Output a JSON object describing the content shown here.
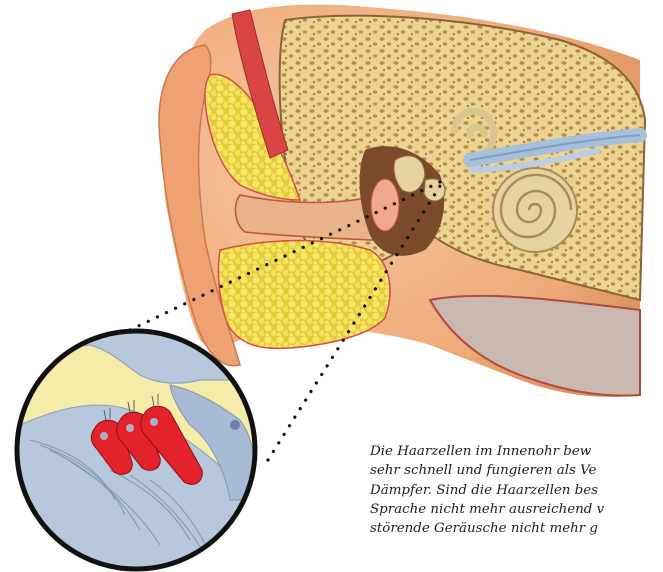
{
  "caption": {
    "lines": [
      "Die Haarzellen im Innenohr bew",
      "sehr schnell und fungieren als Ve",
      "Dämpfer. Sind die Haarzellen bes",
      "Sprache nicht mehr ausreichend v",
      "störende Geräusche nicht mehr g"
    ]
  },
  "colors": {
    "skin": "#f2b486",
    "skin_shadow": "#d98a5c",
    "bone": "#ebd491",
    "bone_pores": "#b88a4e",
    "fat": "#f4e25a",
    "muscle": "#d94545",
    "canal": "#7a4a2a",
    "cochlea": "#e8d2a0",
    "nerve": "#a7c0dc",
    "zoom_bg": "#f6ecaa",
    "zoom_tissue": "#b8c8dc",
    "hair_cell": "#e3222b",
    "dots": "#111111"
  }
}
